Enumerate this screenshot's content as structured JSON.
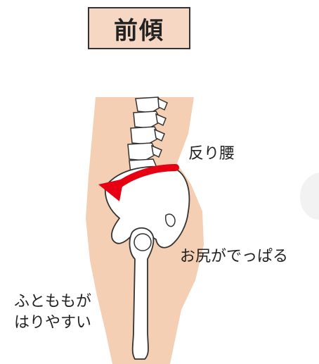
{
  "title": "前傾",
  "labels": {
    "sori_goshi": "反り腰",
    "oshiri": "お尻がでっぱる",
    "thigh_line1": "ふとももが",
    "thigh_line2": "はりやすい"
  },
  "colors": {
    "skin": "#f5cfb3",
    "arrow": "#e60012",
    "bone": "#ffffff",
    "outline": "#333333",
    "title_bg": "#f6d7c3"
  }
}
